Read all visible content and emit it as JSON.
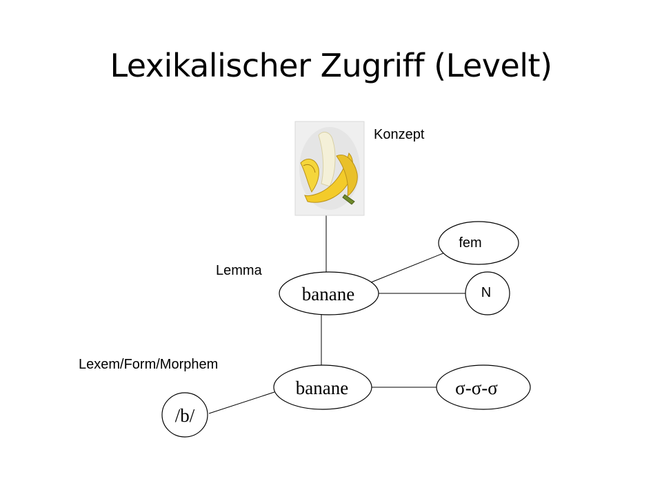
{
  "title": "Lexikalischer Zugriff (Levelt)",
  "diagram": {
    "levels": {
      "concept": "Konzept",
      "lemma": "Lemma",
      "lexeme": "Lexem/Form/Morphem"
    },
    "nodes": {
      "concept_image": "banana-image",
      "lemma_word": "banane",
      "gender": "fem",
      "category": "N",
      "lexeme_word": "banane",
      "syllables": "σ-σ-σ",
      "phoneme": "/b/"
    }
  }
}
